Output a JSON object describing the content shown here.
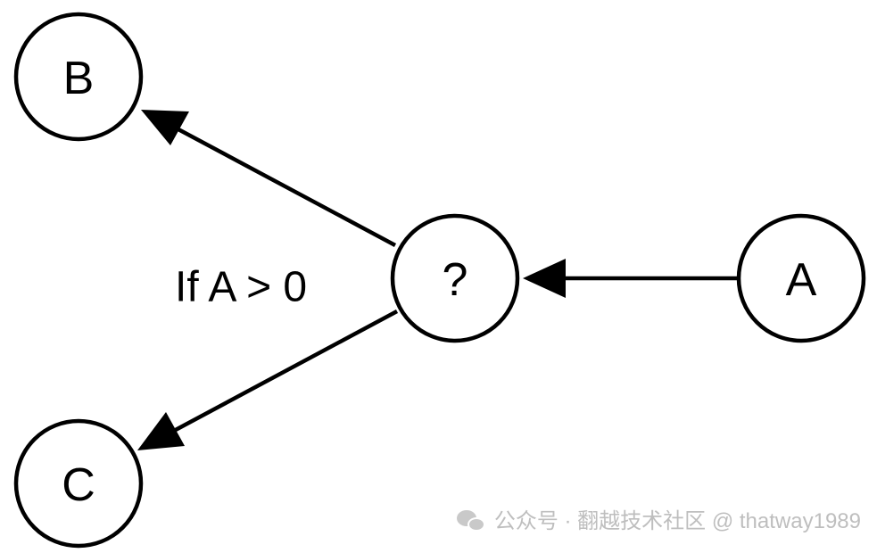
{
  "nodes": {
    "a": {
      "label": "A"
    },
    "b": {
      "label": "B"
    },
    "c": {
      "label": "C"
    },
    "q": {
      "label": "?"
    }
  },
  "condition": {
    "text": "If A > 0"
  },
  "watermark": {
    "icon": "wechat-icon",
    "text": "公众号 · 翻越技术社区 @ thatway1989",
    "color": "#b8b8b8"
  },
  "colors": {
    "stroke": "#000000",
    "background": "#ffffff"
  }
}
